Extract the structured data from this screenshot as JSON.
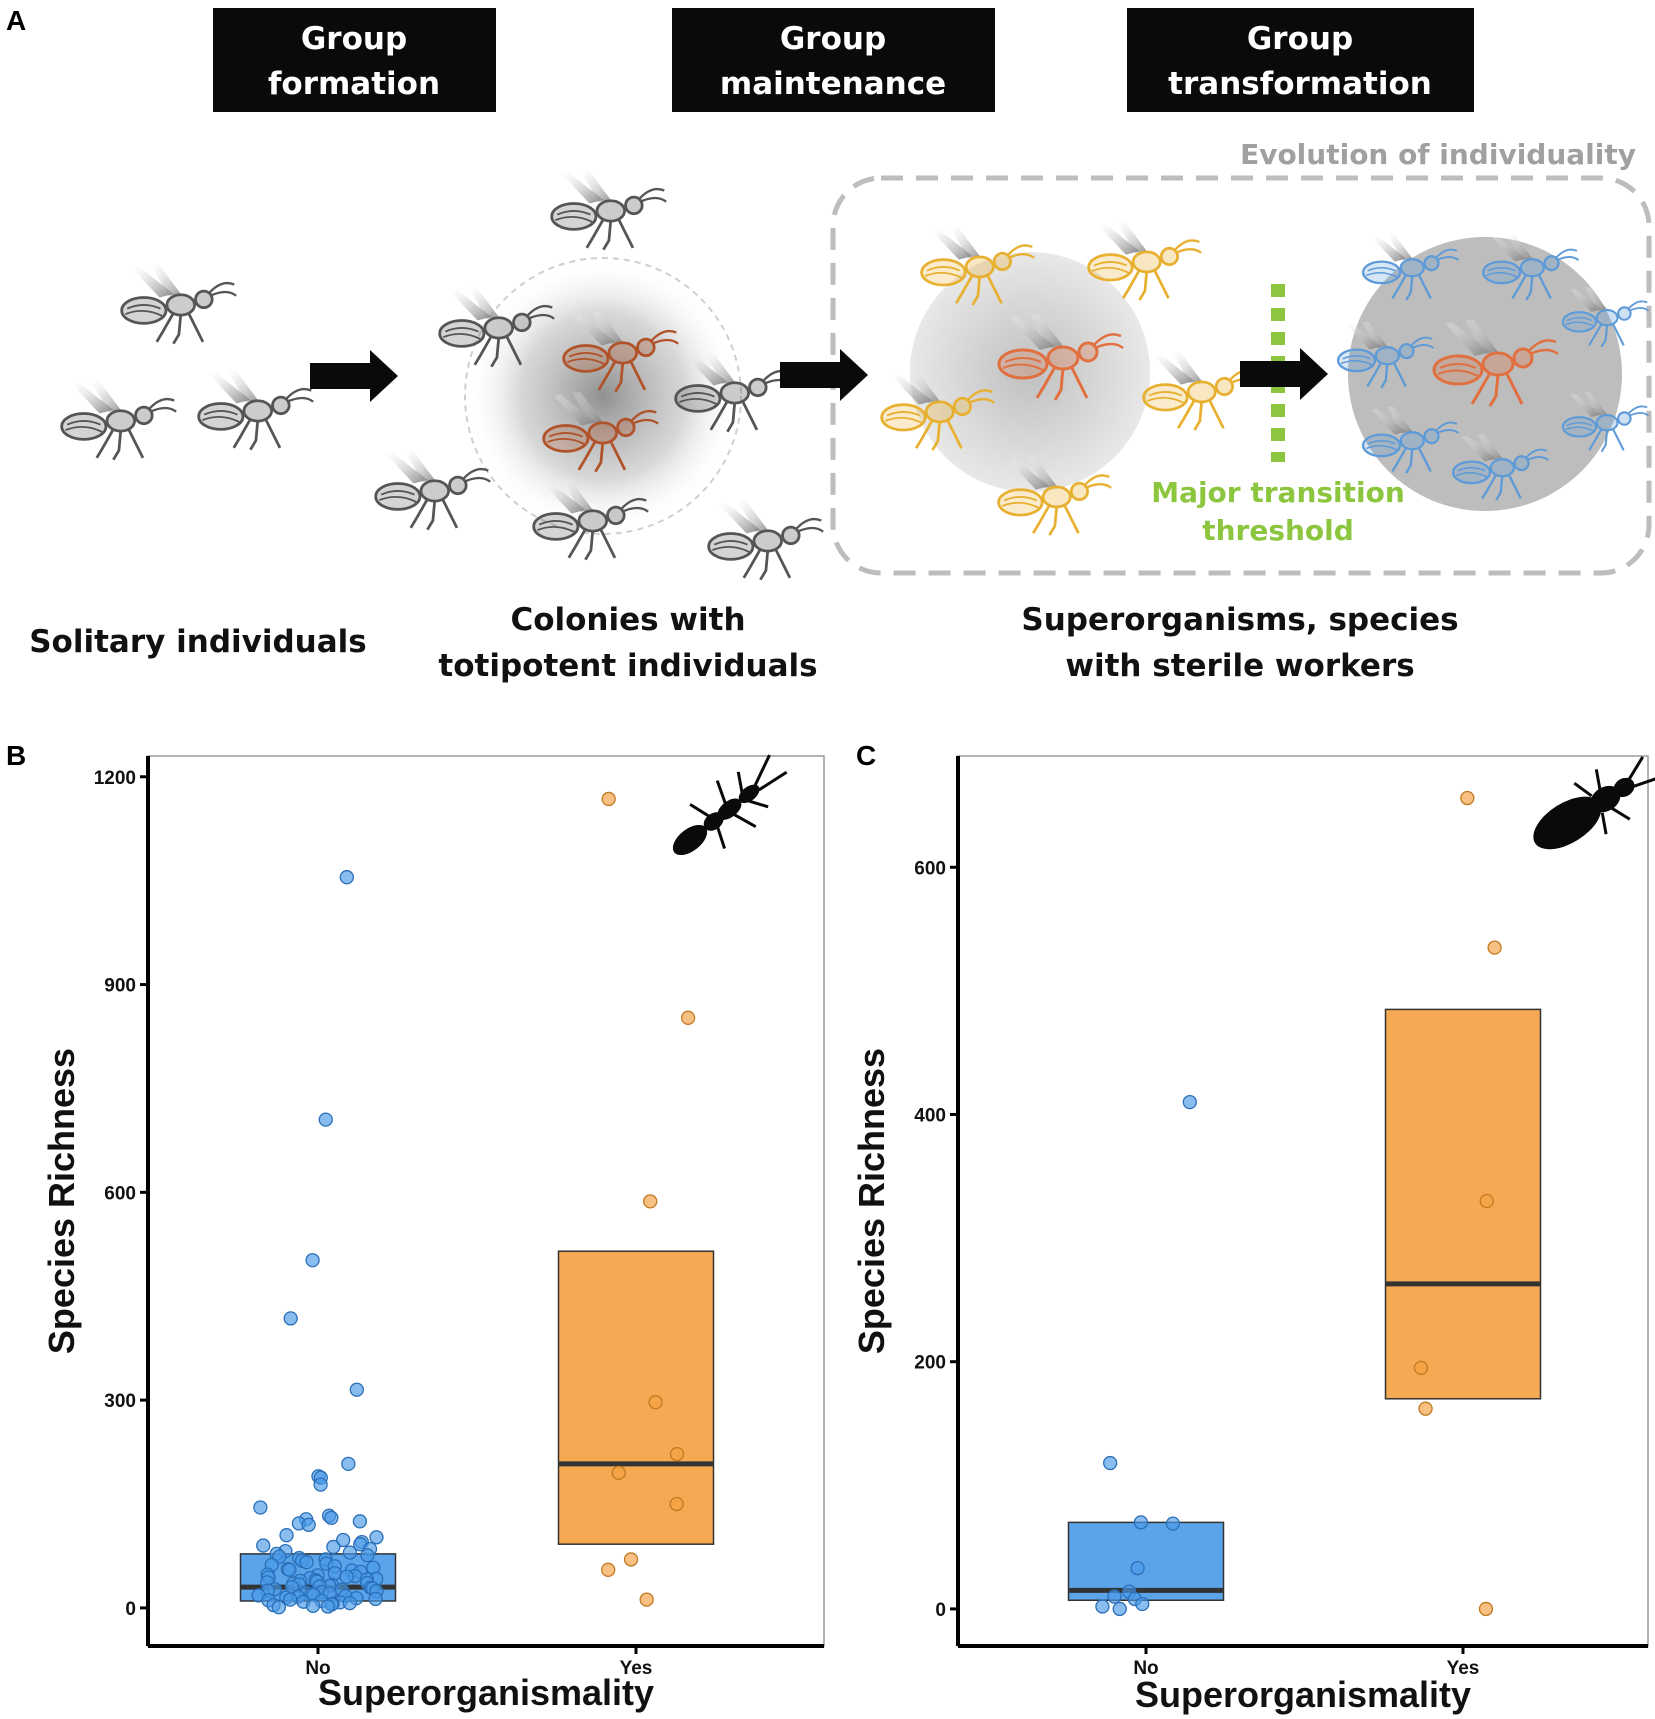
{
  "panel_a": {
    "letter": "A",
    "stages": [
      {
        "line1": "Group",
        "line2": "formation"
      },
      {
        "line1": "Group",
        "line2": "maintenance"
      },
      {
        "line1": "Group",
        "line2": "transformation"
      }
    ],
    "captions": {
      "solitary": "Solitary individuals",
      "colonies_line1": "Colonies with",
      "colonies_line2": "totipotent individuals",
      "super_line1": "Superorganisms, species",
      "super_line2": "with sterile workers"
    },
    "evolution_label": "Evolution of individuality",
    "threshold_line1": "Major transition",
    "threshold_line2": "threshold",
    "colors": {
      "solitary": "#555555",
      "colony_queen": "#b0532a",
      "super_worker_gold": "#e8b030",
      "super_queen": "#e07040",
      "super_worker_blue": "#5d9ad8",
      "threshold": "#8cc63f"
    }
  },
  "chart_data": [
    {
      "panel": "B",
      "type": "box",
      "xlabel": "Superorganismality",
      "ylabel": "Species Richness",
      "categories": [
        "No",
        "Yes"
      ],
      "ylim": [
        -55,
        1230
      ],
      "yticks": [
        0,
        300,
        600,
        900,
        1200
      ],
      "colors": {
        "No": "#4a9ae8",
        "Yes": "#f5a040"
      },
      "boxes": [
        {
          "category": "No",
          "q1": 10,
          "median": 30,
          "q3": 78
        },
        {
          "category": "Yes",
          "q1": 92,
          "median": 208,
          "q3": 515
        }
      ],
      "points": {
        "No": [
          1055,
          705,
          502,
          418,
          315,
          208,
          190,
          188,
          178,
          145,
          133,
          130,
          128,
          125,
          122,
          120,
          105,
          102,
          98,
          95,
          92,
          90,
          88,
          85,
          82,
          80,
          78,
          76,
          74,
          72,
          70,
          68,
          66,
          64,
          62,
          60,
          58,
          56,
          55,
          54,
          52,
          50,
          48,
          47,
          46,
          45,
          44,
          43,
          42,
          41,
          40,
          39,
          38,
          37,
          36,
          35,
          34,
          33,
          32,
          31,
          30,
          29,
          28,
          27,
          26,
          25,
          24,
          23,
          22,
          21,
          20,
          19,
          18,
          17,
          16,
          15,
          14,
          13,
          12,
          11,
          10,
          9,
          8,
          7,
          6,
          5,
          4,
          3,
          2,
          1
        ],
        "Yes": [
          1168,
          852,
          587,
          297,
          222,
          195,
          150,
          70,
          55,
          12
        ]
      }
    },
    {
      "panel": "C",
      "type": "box",
      "xlabel": "Superorganismality",
      "ylabel": "Species Richness",
      "categories": [
        "No",
        "Yes"
      ],
      "ylim": [
        -30,
        690
      ],
      "yticks": [
        0,
        200,
        400,
        600
      ],
      "colors": {
        "No": "#4a9ae8",
        "Yes": "#f5a040"
      },
      "boxes": [
        {
          "category": "No",
          "q1": 7,
          "median": 15,
          "q3": 70
        },
        {
          "category": "Yes",
          "q1": 170,
          "median": 263,
          "q3": 485
        }
      ],
      "points": {
        "No": [
          410,
          118,
          70,
          69,
          33,
          14,
          10,
          8,
          4,
          2,
          0
        ],
        "Yes": [
          656,
          535,
          330,
          195,
          162,
          0
        ]
      }
    }
  ]
}
